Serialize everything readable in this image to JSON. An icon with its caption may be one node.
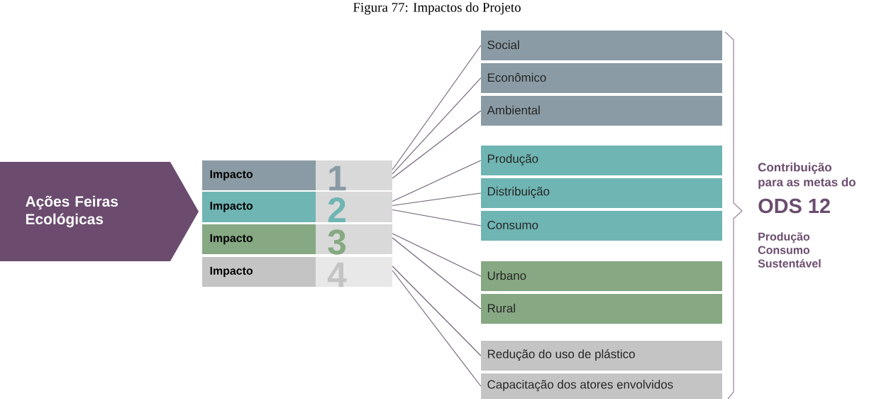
{
  "diagram": {
    "title": "Figura 77: Impactos do Projeto",
    "nodes": [
      {
        "text": [
          "Ações Feiras Ecológicas"
        ]
      },
      {
        "text": [
          "Impacto",
          "1"
        ]
      },
      {
        "text": [
          "Impacto",
          "2"
        ]
      },
      {
        "text": [
          "Impacto",
          "3"
        ]
      },
      {
        "text": [
          "Impacto",
          "4"
        ]
      },
      {
        "text": [
          "Social"
        ]
      },
      {
        "text": [
          "Econômico"
        ]
      },
      {
        "text": [
          "Ambiental"
        ]
      },
      {
        "text": [
          "Produção"
        ]
      },
      {
        "text": [
          "Distribuição"
        ]
      },
      {
        "text": [
          "Consumo"
        ]
      },
      {
        "text": [
          "Urbano"
        ]
      },
      {
        "text": [
          "Rural"
        ]
      },
      {
        "text": [
          "Redução do uso de plástico"
        ]
      },
      {
        "text": [
          "Capacitação dos atores envolvidos"
        ]
      }
    ],
    "edges": [
      {
        "from": 1,
        "to": 5,
        "arrow": "none"
      },
      {
        "from": 1,
        "to": 6,
        "arrow": "none"
      },
      {
        "from": 1,
        "to": 7,
        "arrow": "none"
      },
      {
        "from": 2,
        "to": 8,
        "arrow": "none"
      },
      {
        "from": 2,
        "to": 9,
        "arrow": "none"
      },
      {
        "from": 2,
        "to": 10,
        "arrow": "none"
      },
      {
        "from": 3,
        "to": 11,
        "arrow": "none"
      },
      {
        "from": 3,
        "to": 12,
        "arrow": "none"
      },
      {
        "from": 4,
        "to": 13,
        "arrow": "none"
      },
      {
        "from": 4,
        "to": 14,
        "arrow": "none"
      }
    ],
    "labels": [
      "Contribuição",
      "para as metas do",
      "ODS 12",
      "Produção Consumo Sustentável"
    ]
  }
}
